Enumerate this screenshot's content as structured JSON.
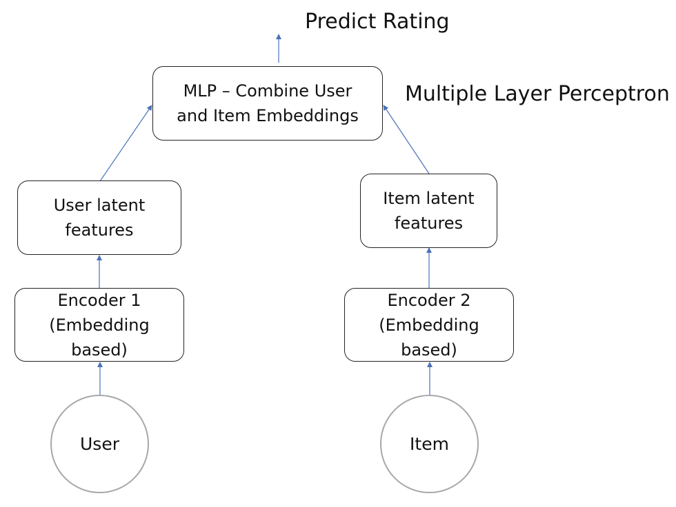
{
  "diagram": {
    "output_label": "Predict Rating",
    "mlp_box": "MLP – Combine User\nand Item Embeddings",
    "mlp_annotation": "Multiple Layer Perceptron",
    "user_latent_box": "User latent\nfeatures",
    "item_latent_box": "Item latent\nfeatures",
    "encoder1_box": "Encoder 1\n(Embedding\nbased)",
    "encoder2_box": "Encoder 2\n(Embedding\nbased)",
    "user_node": "User",
    "item_node": "Item"
  },
  "colors": {
    "arrow": "#4a72b8",
    "box_border": "#222222",
    "circle_border": "#a7a7a7",
    "text": "#111111"
  }
}
